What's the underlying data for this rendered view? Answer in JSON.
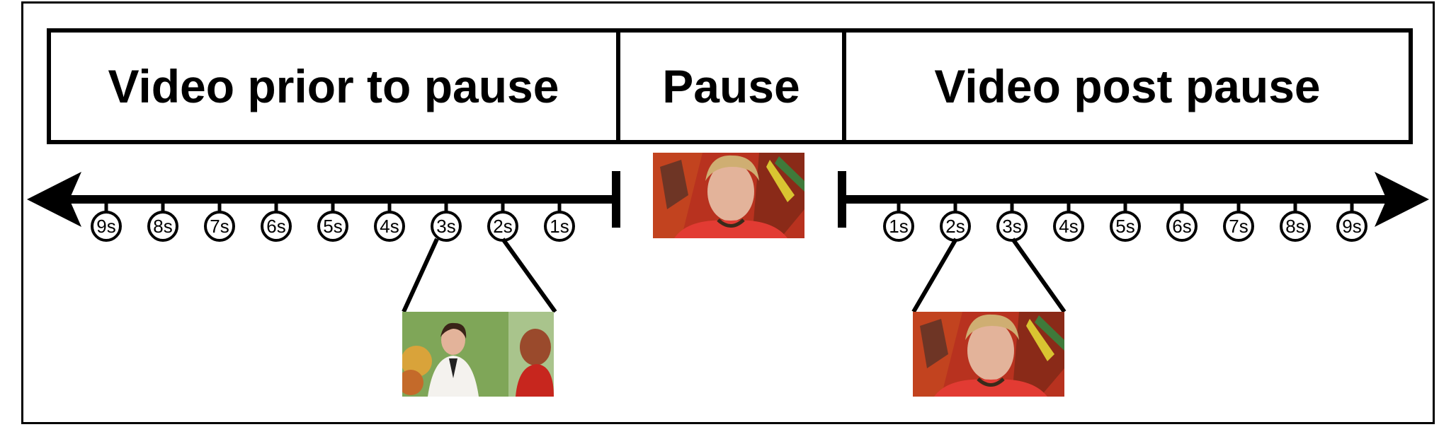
{
  "header": {
    "prior_label": "Video prior to pause",
    "pause_label": "Pause",
    "post_label": "Video post pause"
  },
  "timeline": {
    "prior_ticks": [
      "9s",
      "8s",
      "7s",
      "6s",
      "5s",
      "4s",
      "3s",
      "2s",
      "1s"
    ],
    "post_ticks": [
      "1s",
      "2s",
      "3s",
      "4s",
      "5s",
      "6s",
      "7s",
      "8s",
      "9s"
    ]
  },
  "colors": {
    "line": "#000000",
    "background": "#ffffff"
  }
}
